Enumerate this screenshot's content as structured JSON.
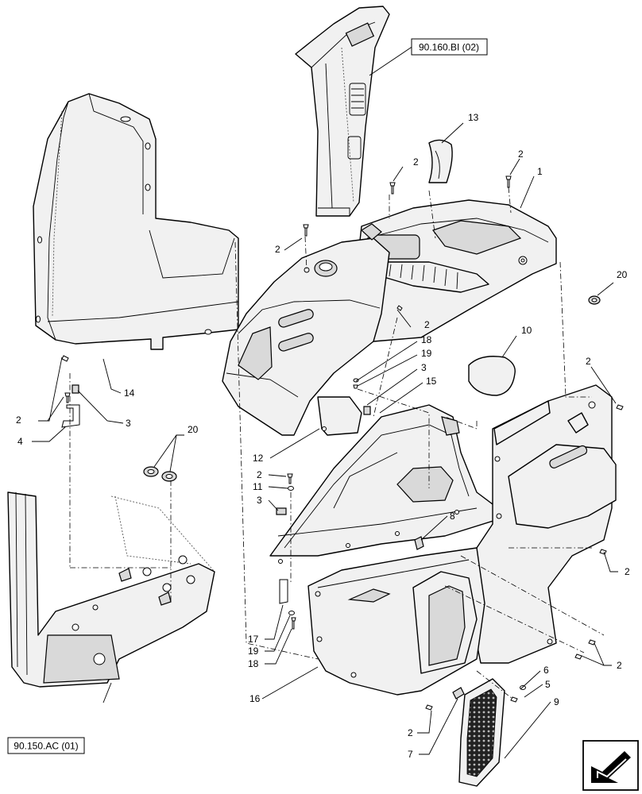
{
  "references": [
    {
      "id": "ref-90-160-bi",
      "text": "90.160.BI (02)"
    },
    {
      "id": "ref-90-150-ac",
      "text": "90.150.AC (01)"
    }
  ],
  "callouts": [
    {
      "id": "c2a",
      "text": "2"
    },
    {
      "id": "c2b",
      "text": "2"
    },
    {
      "id": "c2c",
      "text": "2"
    },
    {
      "id": "c2d",
      "text": "2"
    },
    {
      "id": "c2e",
      "text": "2"
    },
    {
      "id": "c2f",
      "text": "2"
    },
    {
      "id": "c2g",
      "text": "2"
    },
    {
      "id": "c2h",
      "text": "2"
    },
    {
      "id": "c2i",
      "text": "2"
    },
    {
      "id": "c2j",
      "text": "2"
    },
    {
      "id": "c1",
      "text": "1"
    },
    {
      "id": "c13",
      "text": "13"
    },
    {
      "id": "c20a",
      "text": "20"
    },
    {
      "id": "c20b",
      "text": "20"
    },
    {
      "id": "c10",
      "text": "10"
    },
    {
      "id": "c18a",
      "text": "18"
    },
    {
      "id": "c19a",
      "text": "19"
    },
    {
      "id": "c3a",
      "text": "3"
    },
    {
      "id": "c15",
      "text": "15"
    },
    {
      "id": "c12",
      "text": "12"
    },
    {
      "id": "c14",
      "text": "14"
    },
    {
      "id": "c3b",
      "text": "3"
    },
    {
      "id": "c4",
      "text": "4"
    },
    {
      "id": "c11",
      "text": "11"
    },
    {
      "id": "c3c",
      "text": "3"
    },
    {
      "id": "c8",
      "text": "8"
    },
    {
      "id": "c17",
      "text": "17"
    },
    {
      "id": "c19b",
      "text": "19"
    },
    {
      "id": "c18b",
      "text": "18"
    },
    {
      "id": "c16",
      "text": "16"
    },
    {
      "id": "c6",
      "text": "6"
    },
    {
      "id": "c5",
      "text": "5"
    },
    {
      "id": "c9",
      "text": "9"
    },
    {
      "id": "c7",
      "text": "7"
    }
  ],
  "icons": {
    "corner": "view-direction-arrow-icon"
  }
}
